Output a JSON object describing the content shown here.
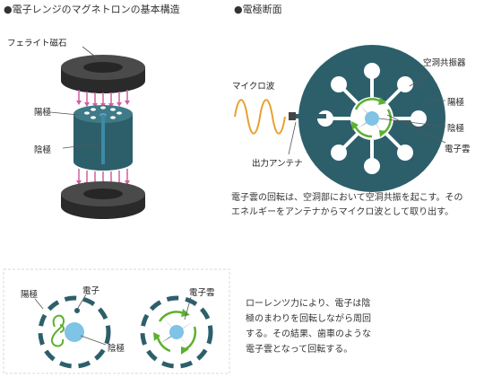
{
  "left_section": {
    "title": "●電子レンジのマグネトロンの基本構造",
    "labels": {
      "ferrite": "フェライト磁石",
      "anode": "陽極",
      "cathode": "陰極"
    }
  },
  "right_section": {
    "title": "●電極断面",
    "labels": {
      "microwave": "マイクロ波",
      "cavity": "空洞共振器",
      "anode": "陽極",
      "cathode": "陰極",
      "cloud": "電子雲",
      "antenna": "出力アンテナ"
    },
    "caption_lines": [
      "電子雲の回転は、空洞部において空洞共振を起こす。その",
      "エネルギーをアンテナからマイクロ波として取り出す。"
    ]
  },
  "bottom_section": {
    "labels": {
      "anode": "陽極",
      "electron": "電子",
      "cathode": "陰極",
      "cloud": "電子雲"
    },
    "caption_lines": [
      "ローレンツ力により、電子は陰",
      "極のまわりを回転しながら周回",
      "する。その結果、歯車のような",
      "電子雲となって回転する。"
    ]
  },
  "colors": {
    "teal": "#2d5f6b",
    "teal_dark": "#1f4650",
    "magnet": "#3a3a3a",
    "field": "#d05fa0",
    "wave": "#e8a030",
    "green": "#5cb030",
    "cathode": "#7fc3e6",
    "border": "#dddddd"
  }
}
